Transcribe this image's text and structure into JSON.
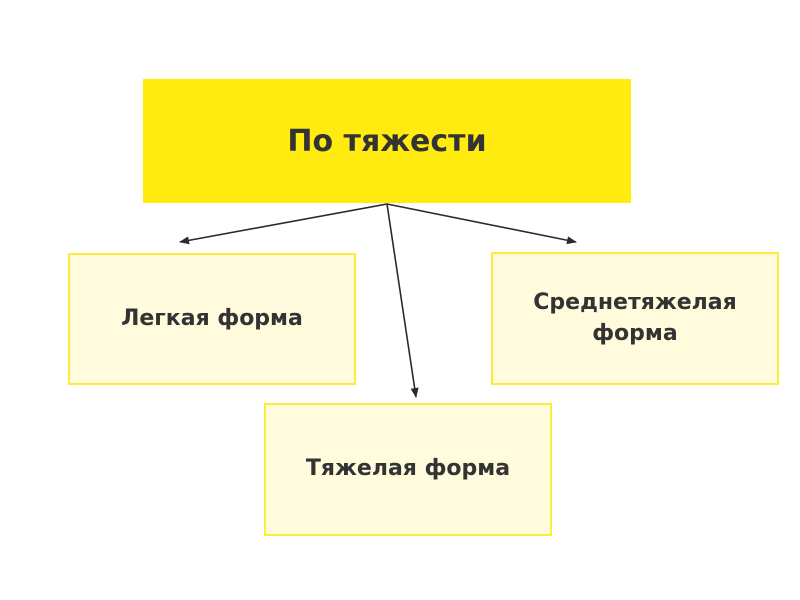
{
  "root": {
    "label": "По тяжести"
  },
  "children": [
    {
      "id": "light",
      "label": "Легкая форма"
    },
    {
      "id": "medium",
      "label": "Среднетяжелая\nформа"
    },
    {
      "id": "heavy",
      "label": "Тяжелая форма"
    }
  ],
  "colors": {
    "root_fill": "#ffeb0f",
    "child_fill": "#fffbdc",
    "child_border": "#ffeb3c",
    "text": "#333333",
    "arrow": "#2b2b2b"
  }
}
